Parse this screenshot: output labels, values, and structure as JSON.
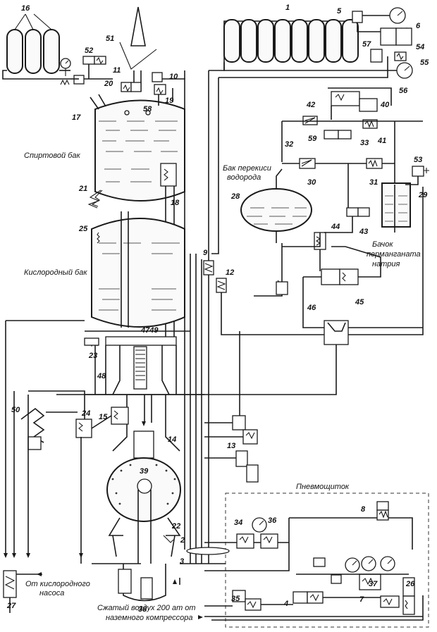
{
  "numbers": {
    "n1": "1",
    "n2": "2",
    "n3": "3",
    "n4": "4",
    "n5": "5",
    "n6": "6",
    "n7": "7",
    "n8": "8",
    "n9": "9",
    "n10": "10",
    "n11": "11",
    "n12": "12",
    "n13": "13",
    "n14": "14",
    "n15": "15",
    "n16": "16",
    "n17": "17",
    "n18": "18",
    "n19": "19",
    "n20": "20",
    "n21": "21",
    "n22": "22",
    "n23": "23",
    "n24": "24",
    "n25": "25",
    "n26": "26",
    "n27": "27",
    "n28": "28",
    "n29": "29",
    "n30": "30",
    "n31": "31",
    "n32": "32",
    "n33": "33",
    "n34": "34",
    "n35": "35",
    "n36": "36",
    "n37": "37",
    "n38": "38",
    "n39": "39",
    "n40": "40",
    "n41": "41",
    "n42": "42",
    "n43": "43",
    "n44": "44",
    "n45": "45",
    "n46": "46",
    "n4749": "4749",
    "n48": "48",
    "n50": "50",
    "n51": "51",
    "n52": "52",
    "n53": "53",
    "n54": "54",
    "n55": "55",
    "n56": "56",
    "n57": "57",
    "n58": "58",
    "n59": "59"
  },
  "labels": {
    "alcohol_tank": "Спиртовой бак",
    "peroxide_tank_1": "Бак перекиси",
    "peroxide_tank_2": "водорода",
    "oxygen_tank": "Кислородный бак",
    "permanganate_1": "Бачок",
    "permanganate_2": "перманганата",
    "permanganate_3": "натрия",
    "pneumo_panel": "Пневмощиток",
    "from_oxygen_pump_1": "От кислородного",
    "from_oxygen_pump_2": "насоса",
    "compressed_air_1": "Сжатый воздух 200 ат от",
    "compressed_air_2": "наземного компрессора"
  }
}
